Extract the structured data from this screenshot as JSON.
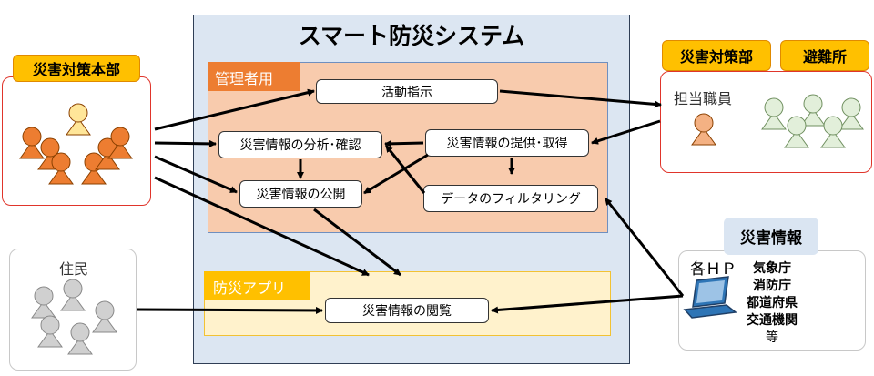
{
  "title": "スマート防災システム",
  "admin_label": "管理者用",
  "app_label": "防災アプリ",
  "hq_label": "災害対策本部",
  "taisaku_label": "災害対策部",
  "hinanjo_label": "避難所",
  "tantou_label": "担当職員",
  "residents_label": "住民",
  "info_label": "災害情報",
  "hp_label": "各ＨＰ",
  "sources": [
    "気象庁",
    "消防庁",
    "都道府県",
    "交通機関",
    "等"
  ],
  "boxes": {
    "activity": "活動指示",
    "analysis": "災害情報の分析･確認",
    "provide": "災害情報の提供･取得",
    "publish": "災害情報の公開",
    "filter": "データのフィルタリング",
    "browse": "災害情報の閲覧"
  },
  "colors": {
    "orange": "#ed7d31",
    "yellow": "#ffc000",
    "green_light": "#e2efda",
    "gray": "#d0d0d0",
    "blue_bg": "#dce6f2",
    "peach": "#f8cbad",
    "cream": "#fff2cc"
  }
}
